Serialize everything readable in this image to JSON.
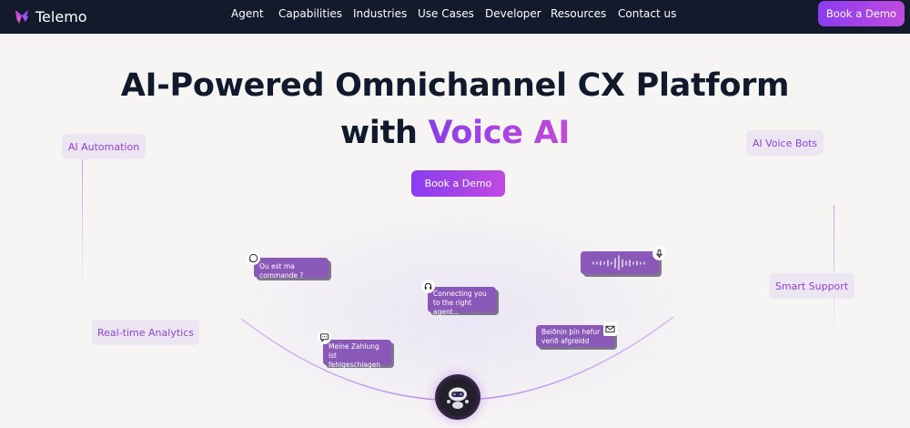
{
  "brand": {
    "name": "Telemo",
    "logo_icon": "telemo-logo-icon",
    "accent_start": "#8a3df0",
    "accent_end": "#c04ae0"
  },
  "nav": {
    "links": [
      "Agent",
      "Capabilities",
      "Industries",
      "Use Cases",
      "Developer",
      "Resources",
      "Contact us"
    ],
    "cta_label": "Book a Demo"
  },
  "hero": {
    "title_line1": "AI-Powered Omnichannel CX Platform",
    "title_line2_prefix": "with ",
    "title_line2_accent": "Voice AI",
    "cta_label": "Book a Demo"
  },
  "features": {
    "ai_automation": "AI Automation",
    "ai_voice_bots": "AI Voice Bots",
    "smart_support": "Smart Support",
    "realtime_analytics": "Real-time Analytics"
  },
  "chat": {
    "whatsapp": {
      "text": "Ou est ma commande ?",
      "icon": "whatsapp-icon"
    },
    "headset": {
      "text": "Connecting you to the right agent...",
      "icon": "headset-icon"
    },
    "sms": {
      "text": "Meine Zahlung ist fehlgeschlagen",
      "icon": "message-icon"
    },
    "email": {
      "text": "Beiðnin þín hefur verið afgreidd",
      "icon": "mail-icon"
    },
    "voice": {
      "icon": "microphone-icon"
    }
  }
}
